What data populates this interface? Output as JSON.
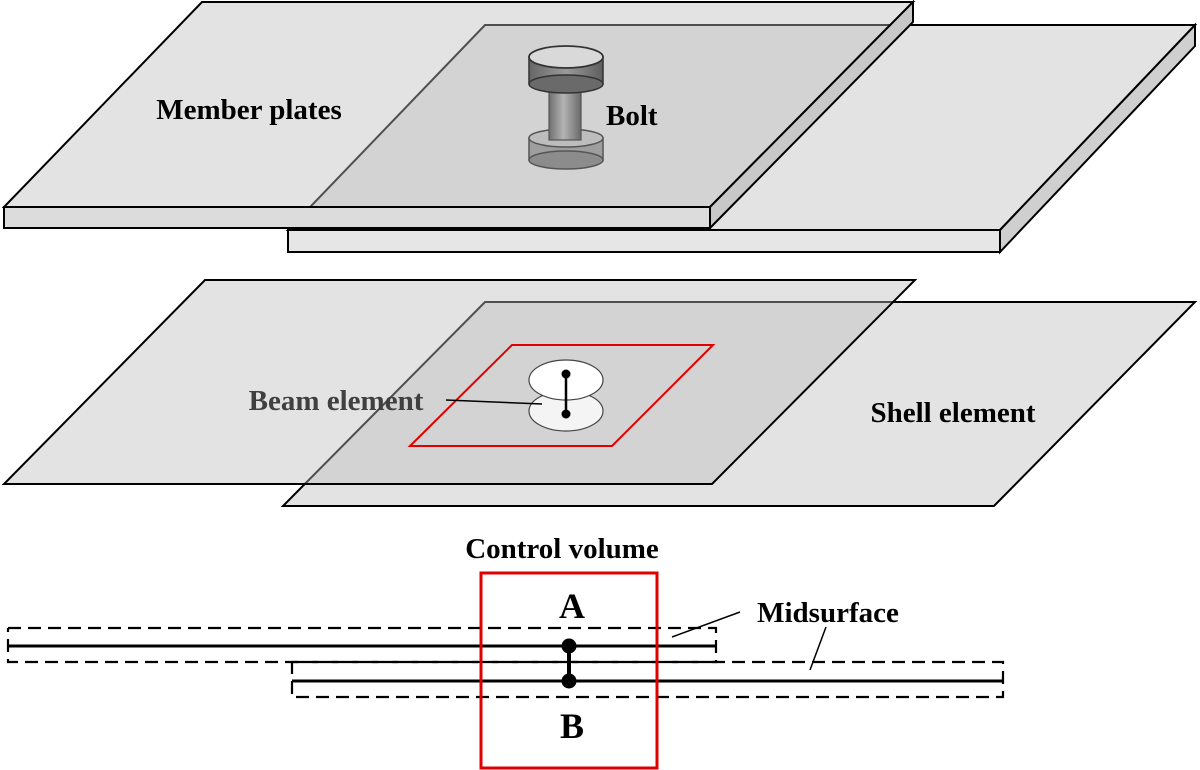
{
  "labels": {
    "member_plates": "Member plates",
    "bolt": "Bolt",
    "beam_element": "Beam element",
    "shell_element": "Shell element",
    "control_volume": "Control volume",
    "midsurface": "Midsurface",
    "point_a": "A",
    "point_b": "B"
  },
  "colors": {
    "plate_light": "#e3e3e3",
    "plate_overlap": "#c9c9c9",
    "plate_edge": "#000000",
    "control_box": "#e00000",
    "beam_label": "#404040",
    "text": "#000000"
  }
}
